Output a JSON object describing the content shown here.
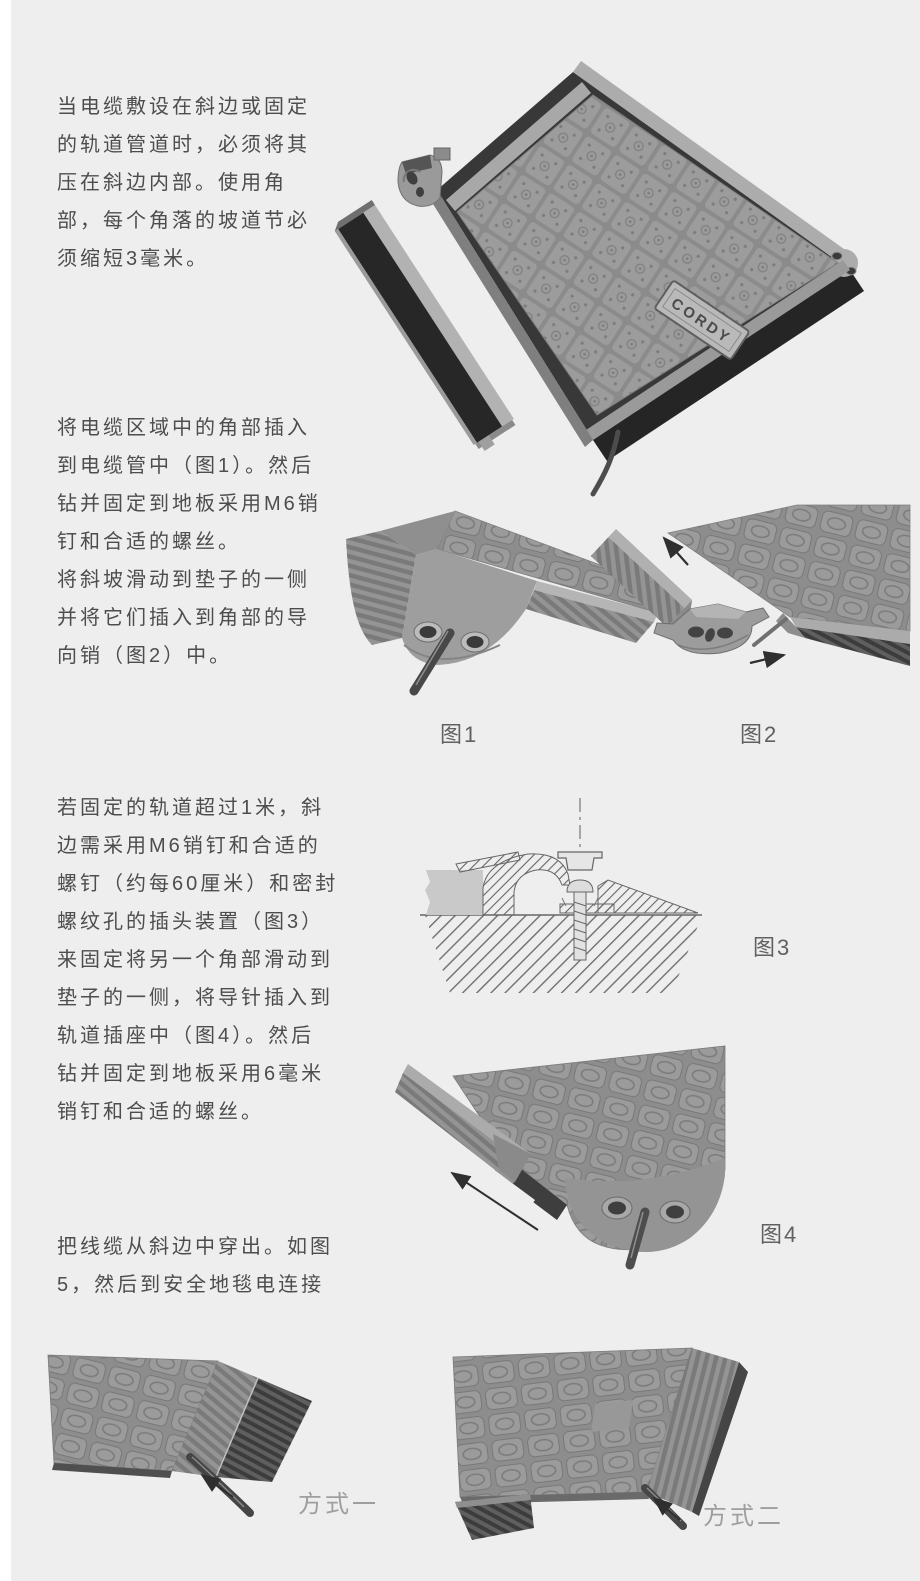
{
  "page": {
    "background": "#eeeeee",
    "margin_background": "#ffffff"
  },
  "paragraphs": {
    "p1_lines": [
      "当电缆敷设在斜边或固定",
      "的轨道管道时，必须将其",
      "压在斜边内部。使用角",
      "部，每个角落的坡道节必",
      "须缩短3毫米。"
    ],
    "p2_lines": [
      "将电缆区域中的角部插入",
      "到电缆管中（图1）。然后",
      "钻并固定到地板采用M6销",
      "钉和合适的螺丝。",
      "将斜坡滑动到垫子的一侧",
      "并将它们插入到角部的导",
      "向销（图2）中。"
    ],
    "p3_lines": [
      "若固定的轨道超过1米，斜",
      "边需采用M6销钉和合适的",
      "螺钉（约每60厘米）和密封",
      "螺纹孔的插头装置（图3）",
      "来固定将另一个角部滑动到",
      "垫子的一侧，将导针插入到",
      "轨道插座中（图4）。然后",
      "钻并固定到地板采用6毫米",
      "销钉和合适的螺丝。"
    ],
    "p4_lines": [
      "把线缆从斜边中穿出。如图",
      "5，然后到安全地毯电连接"
    ]
  },
  "figures": {
    "overview": {
      "logo": "CORDY"
    },
    "fig1": {
      "caption": "图1"
    },
    "fig2": {
      "caption": "图2"
    },
    "fig3": {
      "caption": "图3"
    },
    "fig4": {
      "caption": "图4"
    },
    "method1": {
      "label": "方式一"
    },
    "method2": {
      "label": "方式二"
    }
  },
  "colors": {
    "body_text": "#4d4d4d",
    "caption_text": "#606060",
    "method_label_text": "#9e9e9e",
    "mat_surface": "#9a9a9a",
    "mat_dark_edge": "#2e2e2e",
    "rail_light": "#b0b0b0"
  }
}
